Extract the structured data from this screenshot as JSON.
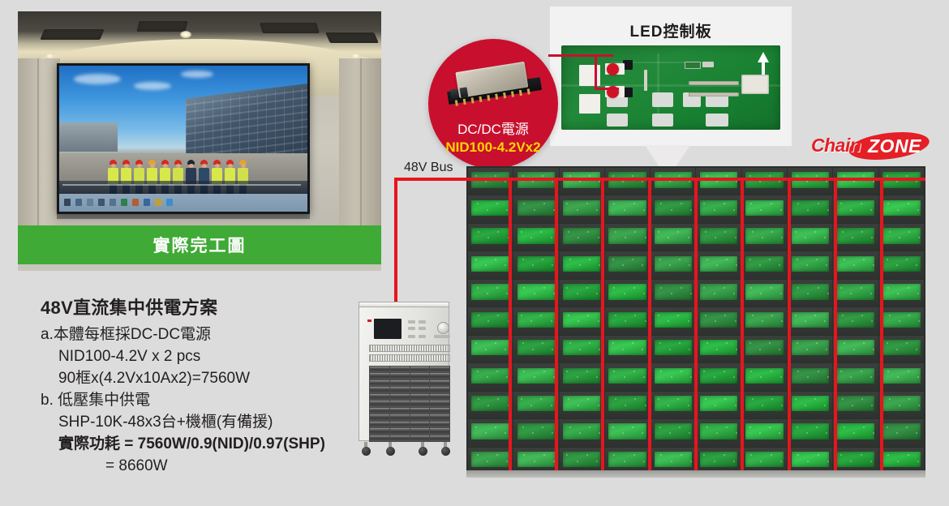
{
  "slide": {
    "title_zh": "48V直流集中供電方案",
    "background_color": "#dcdcdc"
  },
  "photo_panel": {
    "caption": "實際完工圖",
    "caption_bg": "#3faa35",
    "caption_color": "#ffffff",
    "description": "conference room with large LED video wall showing group photo of construction workers"
  },
  "spec": {
    "heading": "48V直流集中供電方案",
    "lines": [
      {
        "text": "a.本體每框採DC-DC電源",
        "indent": 0,
        "bold": false
      },
      {
        "text": "NID100-4.2V x 2 pcs",
        "indent": 1,
        "bold": false
      },
      {
        "text": "90框x(4.2Vx10Ax2)=7560W",
        "indent": 1,
        "bold": false
      },
      {
        "text": "b. 低壓集中供電",
        "indent": 0,
        "bold": false
      },
      {
        "text": "SHP-10K-48x3台+機櫃(有備援)",
        "indent": 1,
        "bold": false
      },
      {
        "text": "實際功耗 = 7560W/0.9(NID)/0.97(SHP)",
        "indent": 1,
        "bold": true
      },
      {
        "text": "= 8660W",
        "indent": 2,
        "bold": false
      }
    ]
  },
  "control_board": {
    "title": "LED控制板",
    "panel_bg": "#f2f2f2",
    "pcb_color": "#1d8033",
    "marker_color": "#d11425",
    "arrow_icon": "up-arrow"
  },
  "dcdc_callout": {
    "circle_color": "#c8102e",
    "line1": "DC/DC電源",
    "line1_color": "#ffffff",
    "line2": "NID100-4.2Vx2",
    "line2_color": "#ffd400"
  },
  "logo": {
    "part1": "Chain",
    "part2": "ZONE",
    "red": "#e41f26",
    "white": "#ffffff"
  },
  "bus": {
    "label": "48V Bus",
    "color": "#e8151d"
  },
  "cabinet": {
    "name": "SHP-10K-48 rectifier cabinet",
    "module_columns": 4,
    "module_rows": 11
  },
  "led_wall": {
    "columns": 10,
    "rows": 11,
    "module_color": "#2f9e43",
    "frame_color": "#2b2f2c",
    "bus_lines": 6
  }
}
